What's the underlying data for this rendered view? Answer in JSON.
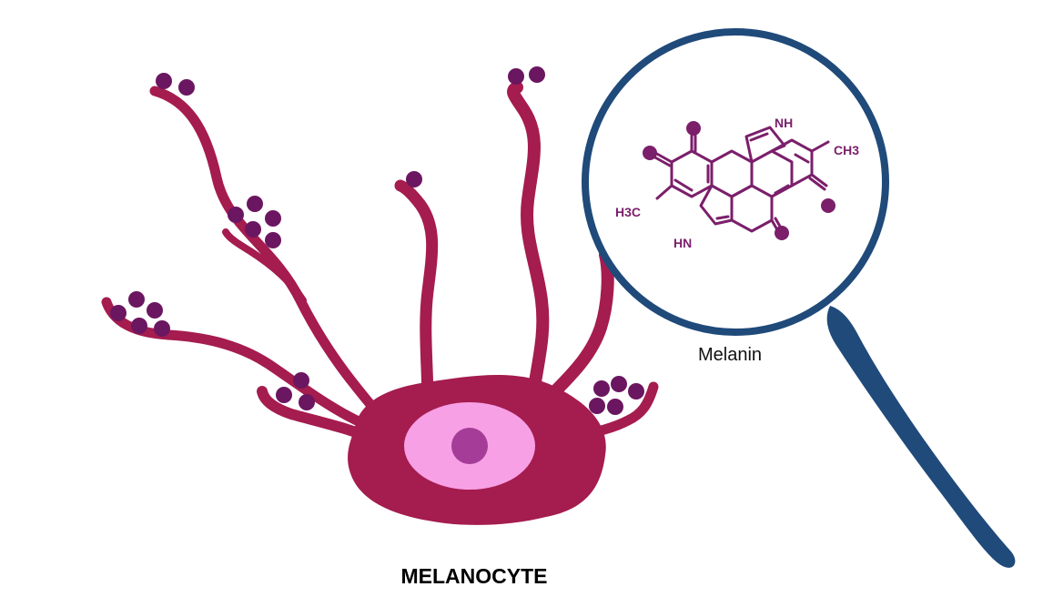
{
  "diagram": {
    "main_label": "MELANOCYTE",
    "magnifier_label": "Melanin",
    "molecule_labels": {
      "nh_top": "NH",
      "ch3_right": "CH3",
      "h3c_left": "H3C",
      "hn_bottom": "HN"
    }
  },
  "colors": {
    "cell_body": "#a51c4f",
    "nucleus_outer": "#f7a0e6",
    "nucleus_inner": "#a43c98",
    "melanin_granule": "#6b1660",
    "molecule": "#7b1f6b",
    "magnifier_frame": "#1f4a7a"
  },
  "icons": {
    "magnifier": "magnifying-glass-icon"
  }
}
